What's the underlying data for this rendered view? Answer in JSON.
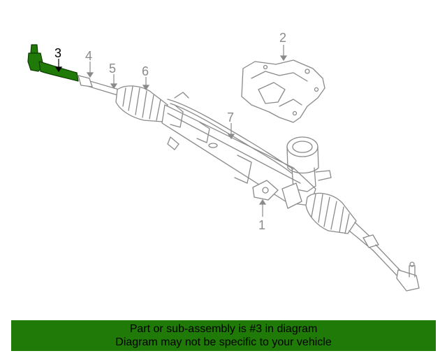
{
  "diagram": {
    "callouts": [
      {
        "id": "1",
        "label": "1"
      },
      {
        "id": "2",
        "label": "2"
      },
      {
        "id": "3",
        "label": "3",
        "highlighted": true
      },
      {
        "id": "4",
        "label": "4"
      },
      {
        "id": "5",
        "label": "5"
      },
      {
        "id": "6",
        "label": "6"
      },
      {
        "id": "7",
        "label": "7"
      }
    ],
    "highlight_color": "#1f7a07",
    "line_color": "#8a8a8a"
  },
  "footer": {
    "line1": "Part or sub-assembly is #3 in diagram",
    "line2": "Diagram may not be specific to your vehicle",
    "background": "#1f7a07"
  }
}
